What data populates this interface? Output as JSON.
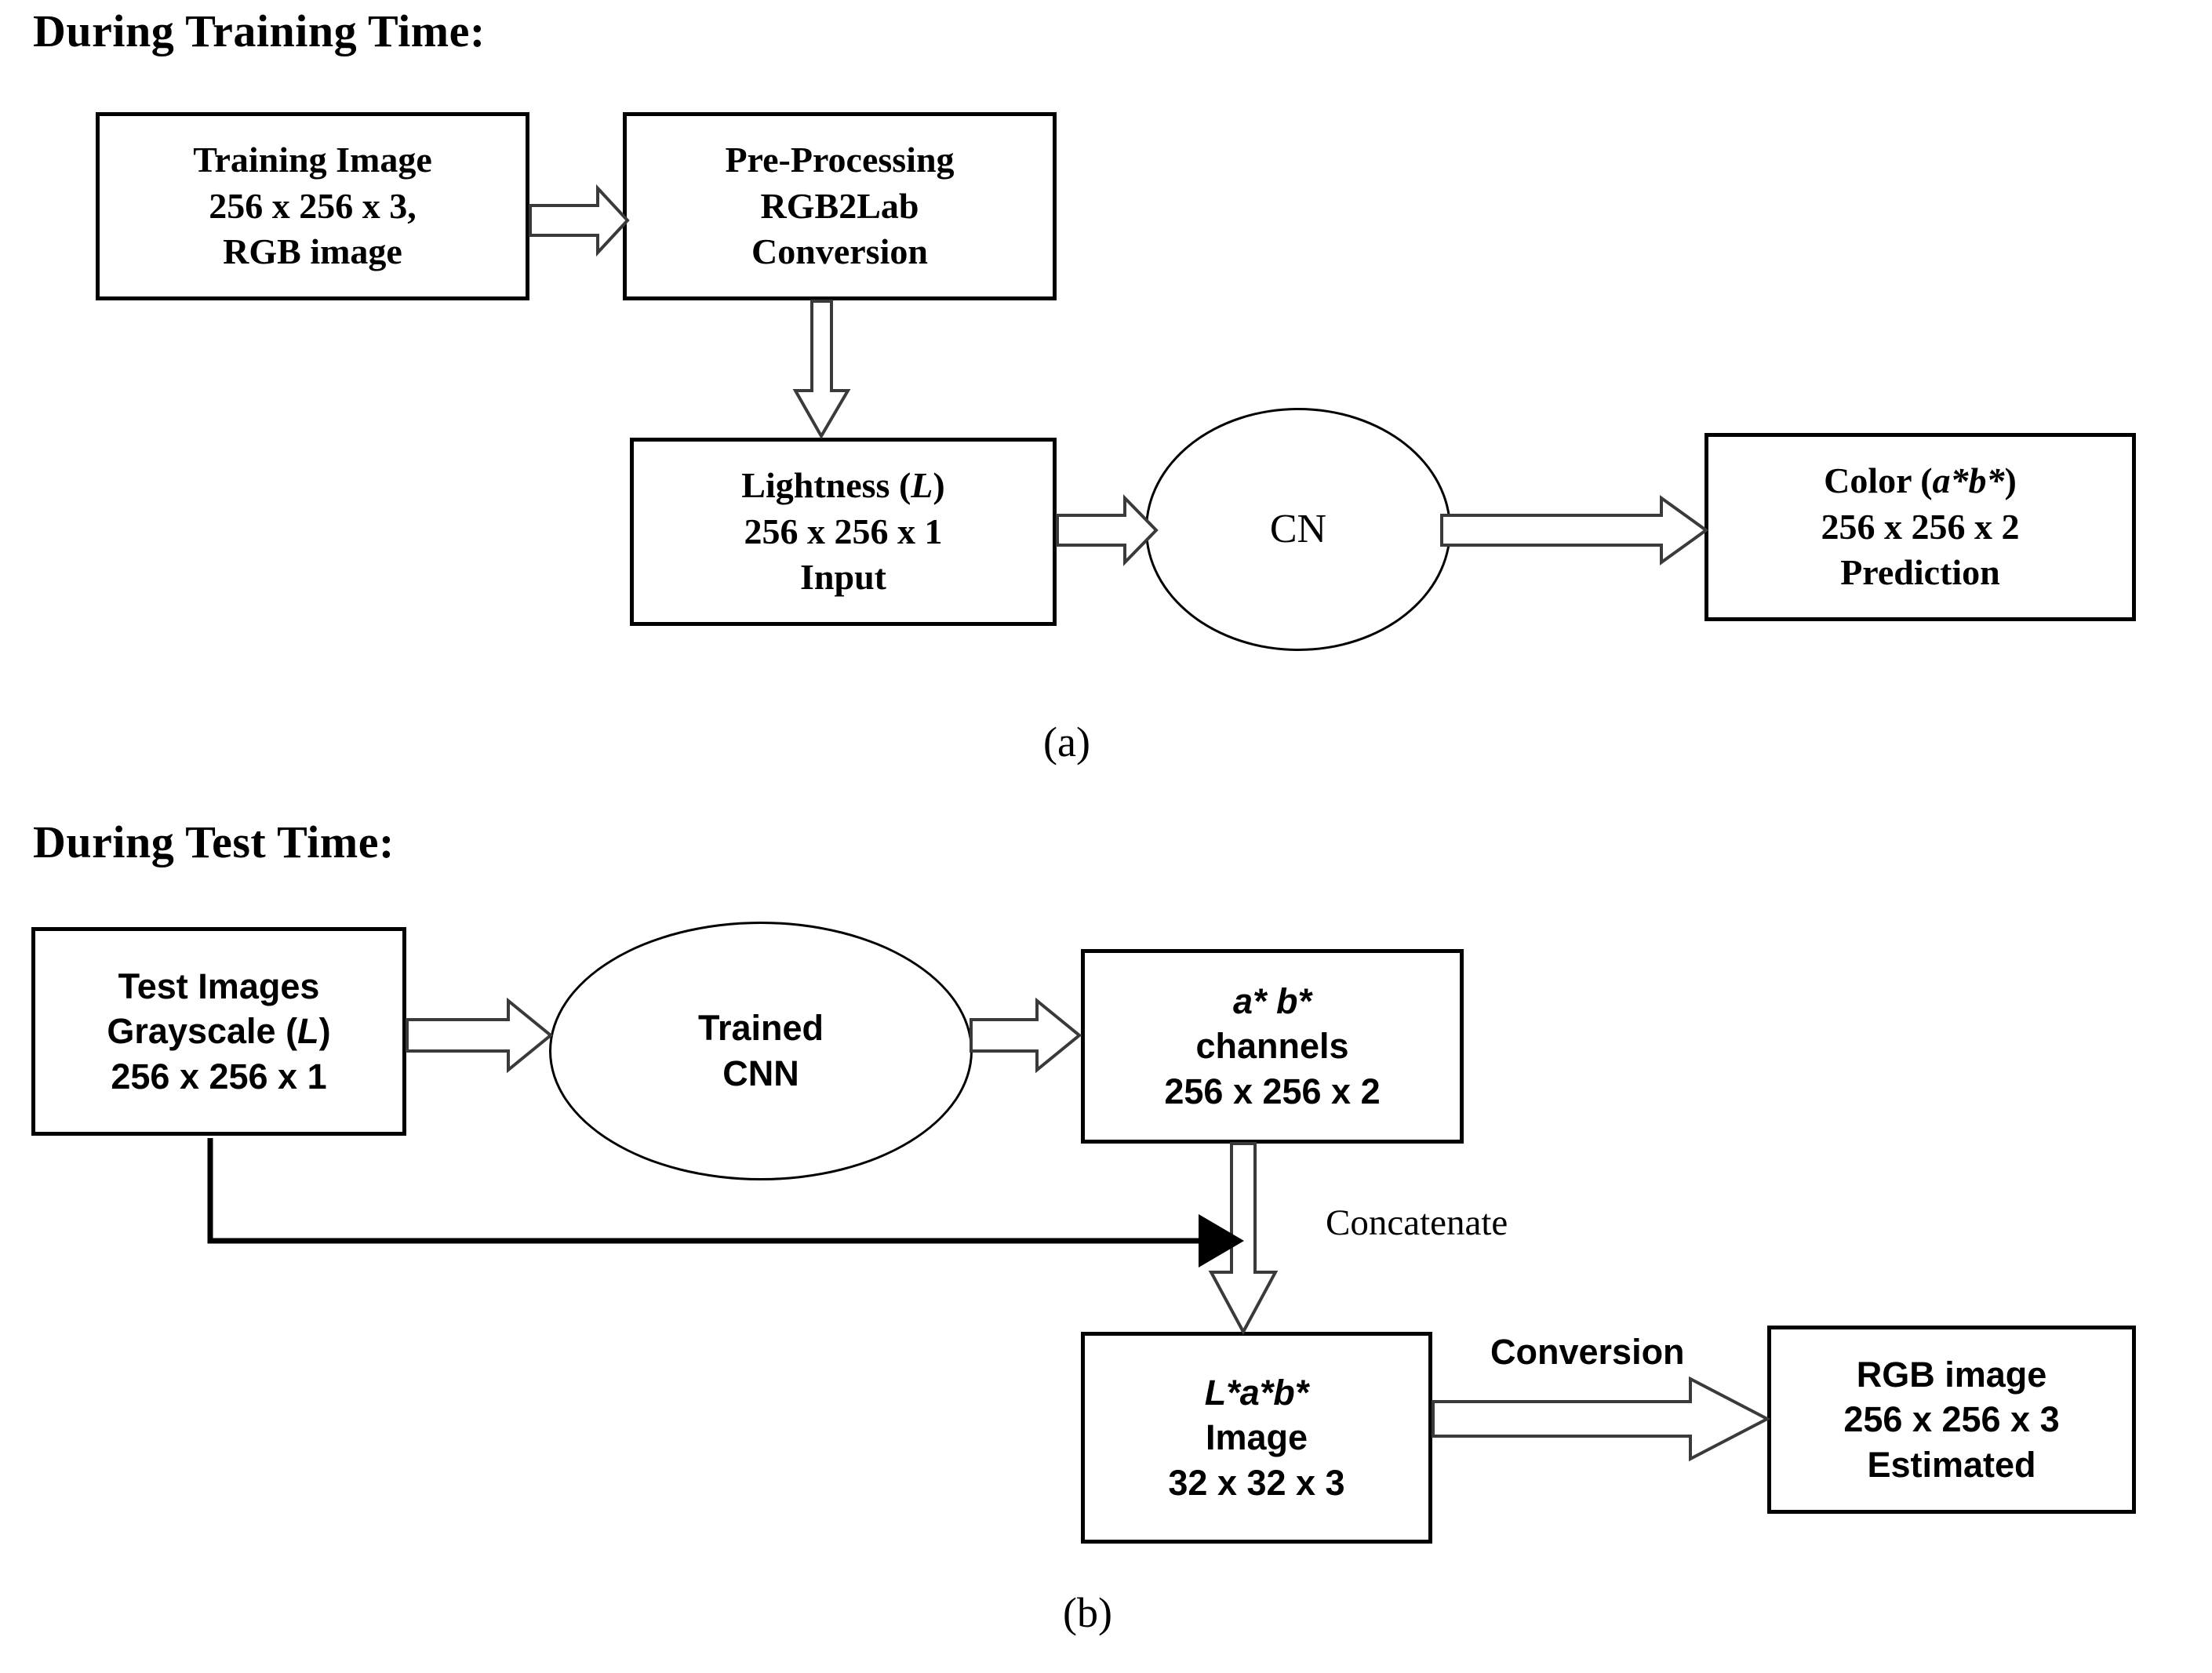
{
  "figure": {
    "panels": [
      {
        "id": "a",
        "heading": "During Training Time:",
        "caption": "(a)",
        "nodes": [
          {
            "name": "training-image",
            "shape": "box",
            "lines": [
              "Training Image",
              "256 x 256 x 3,",
              "RGB image"
            ]
          },
          {
            "name": "pre-processing",
            "shape": "box",
            "lines": [
              "Pre-Processing",
              "RGB2Lab",
              "Conversion"
            ]
          },
          {
            "name": "lightness-input",
            "shape": "box",
            "lines": [
              "Lightness (L)",
              "256 x 256 x 1",
              "Input"
            ]
          },
          {
            "name": "cn-network",
            "shape": "ellipse",
            "lines": [
              "CN"
            ]
          },
          {
            "name": "color-prediction",
            "shape": "box",
            "lines": [
              "Color (a*b*)",
              "256 x 256 x 2",
              "Prediction"
            ]
          }
        ],
        "edges": []
      },
      {
        "id": "b",
        "heading": "During Test Time:",
        "caption": "(b)",
        "nodes": [
          {
            "name": "test-images",
            "shape": "box",
            "lines": [
              "Test Images",
              "Grayscale (L)",
              "256 x 256 x 1"
            ]
          },
          {
            "name": "trained-cnn",
            "shape": "ellipse",
            "lines": [
              "Trained",
              "CNN"
            ]
          },
          {
            "name": "ab-channels",
            "shape": "box",
            "lines": [
              "a* b*",
              "channels",
              "256 x 256 x 2"
            ]
          },
          {
            "name": "lab-image",
            "shape": "box",
            "lines": [
              "L*a*b*",
              "Image",
              "32 x 32 x 3"
            ]
          },
          {
            "name": "rgb-image",
            "shape": "box",
            "lines": [
              "RGB image",
              "256 x 256 x 3",
              "Estimated"
            ]
          }
        ],
        "edges": [
          {
            "name": "concatenate-edge",
            "label": "Concatenate"
          },
          {
            "name": "conversion-edge",
            "label": "Conversion"
          }
        ]
      }
    ],
    "colors": {
      "stroke": "#000000",
      "arrow_outline": "#3a3a3a",
      "background": "#ffffff"
    }
  }
}
